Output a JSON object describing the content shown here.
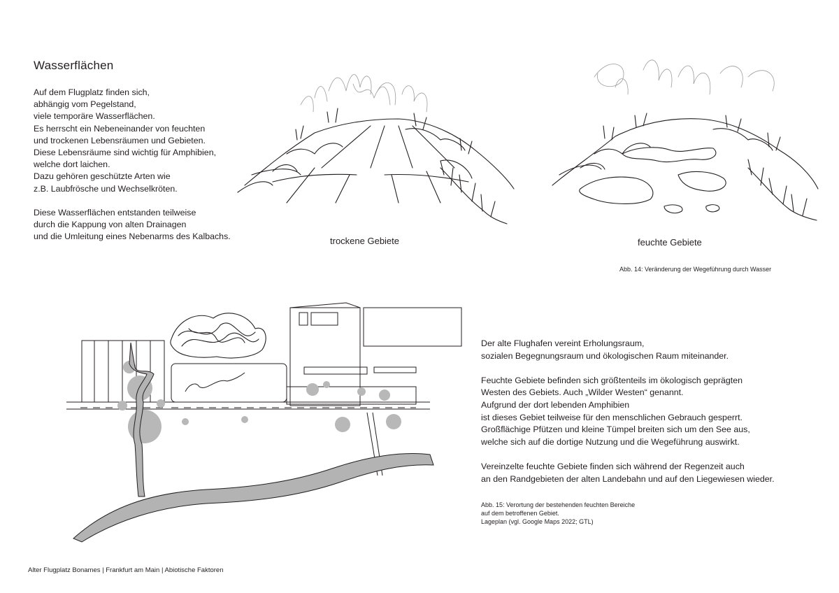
{
  "title": "Wasserflächen",
  "intro": {
    "para1": [
      "Auf dem Flugplatz finden sich,",
      "abhängig vom Pegelstand,",
      "viele temporäre Wasserflächen.",
      "Es herrscht ein Nebeneinander von feuchten",
      "und trockenen Lebensräumen und Gebieten.",
      "Diese Lebensräume sind wichtig für Amphibien,",
      "welche dort laichen.",
      "Dazu gehören geschützte Arten wie",
      "z.B.  Laubfrösche und Wechselkröten."
    ],
    "para2": [
      "Diese Wasserflächen entstanden teilweise",
      "durch die Kappung von alten Drainagen",
      "und die Umleitung eines Nebenarms des Kalbachs."
    ]
  },
  "sketch_labels": {
    "dry": "trockene Gebiete",
    "wet": "feuchte Gebiete"
  },
  "fig14_caption": "Abb. 14: Veränderung der Wegeführung durch Wasser",
  "body": {
    "para1": [
      "Der alte Flughafen vereint Erholungsraum,",
      "sozialen Begegnungsraum und ökologischen Raum miteinander."
    ],
    "para2": [
      "Feuchte Gebiete befinden sich größtenteils im ökologisch geprägten",
      "Westen des Gebiets. Auch „Wilder Westen“ genannt.",
      "Aufgrund der dort lebenden Amphibien",
      "ist dieses Gebiet teilweise für den menschlichen Gebrauch gesperrt.",
      "Großflächige Pfützen und kleine Tümpel breiten sich um den See aus,",
      "welche sich auf die dortige Nutzung und die Wegeführung auswirkt."
    ],
    "para3": [
      "Vereinzelte feuchte Gebiete finden sich während der Regenzeit auch",
      "an den Randgebieten der alten Landebahn und auf den Liegewiesen wieder."
    ]
  },
  "fig15_caption": [
    "Abb. 15: Verortung der bestehenden feuchten Bereiche",
    "auf dem betroffenen Gebiet.",
    "Lageplan (vgl. Google Maps 2022; GTL)"
  ],
  "footer": "Alter Flugplatz Bonames | Frankfurt am Main | Abiotische Faktoren",
  "colors": {
    "ink": "#231f20",
    "wet_area_fill": "#b8b8b8",
    "river_fill": "#b3b3b3"
  }
}
